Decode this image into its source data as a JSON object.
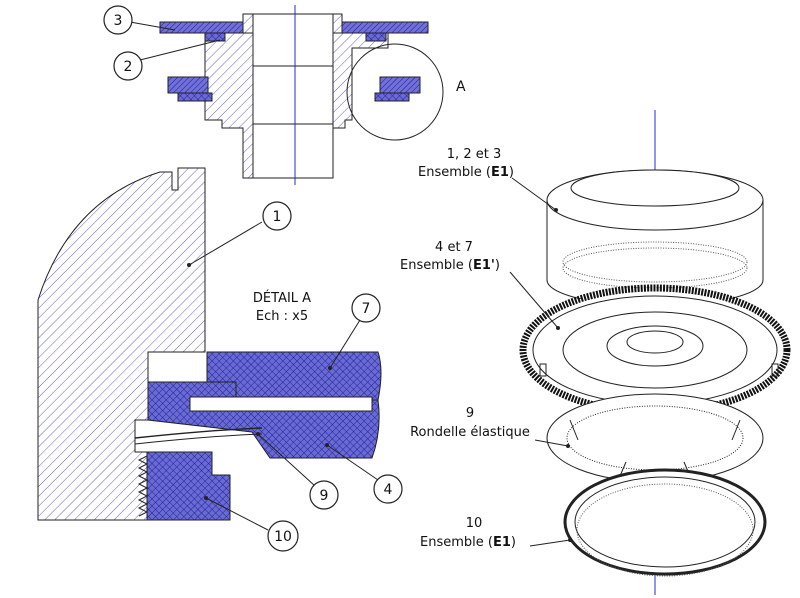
{
  "colors": {
    "hatch_dark": "#1b1b8f",
    "hatch_fill": "#6060d0",
    "axis": "#2a2ad0",
    "line": "#222222"
  },
  "callouts": {
    "n1": "1",
    "n2": "2",
    "n3": "3",
    "n4": "4",
    "n7": "7",
    "n9": "9",
    "n10": "10",
    "detail_ref": "A"
  },
  "detail": {
    "title": "DÉTAIL A",
    "scale": "Ech : x5"
  },
  "exploded": {
    "e1_top_line1": "1, 2 et 3",
    "e1_top_pre": "Ensemble (",
    "e1_top_bold": "E1",
    "e1_top_post": ")",
    "e1p_line1": "4 et 7",
    "e1p_pre": "Ensemble (",
    "e1p_bold": "E1'",
    "e1p_post": ")",
    "r9_line1": "9",
    "r9_line2": "Rondelle élastique",
    "e10_line1": "10",
    "e10_pre": "Ensemble (",
    "e10_bold": "E1",
    "e10_post": ")"
  }
}
